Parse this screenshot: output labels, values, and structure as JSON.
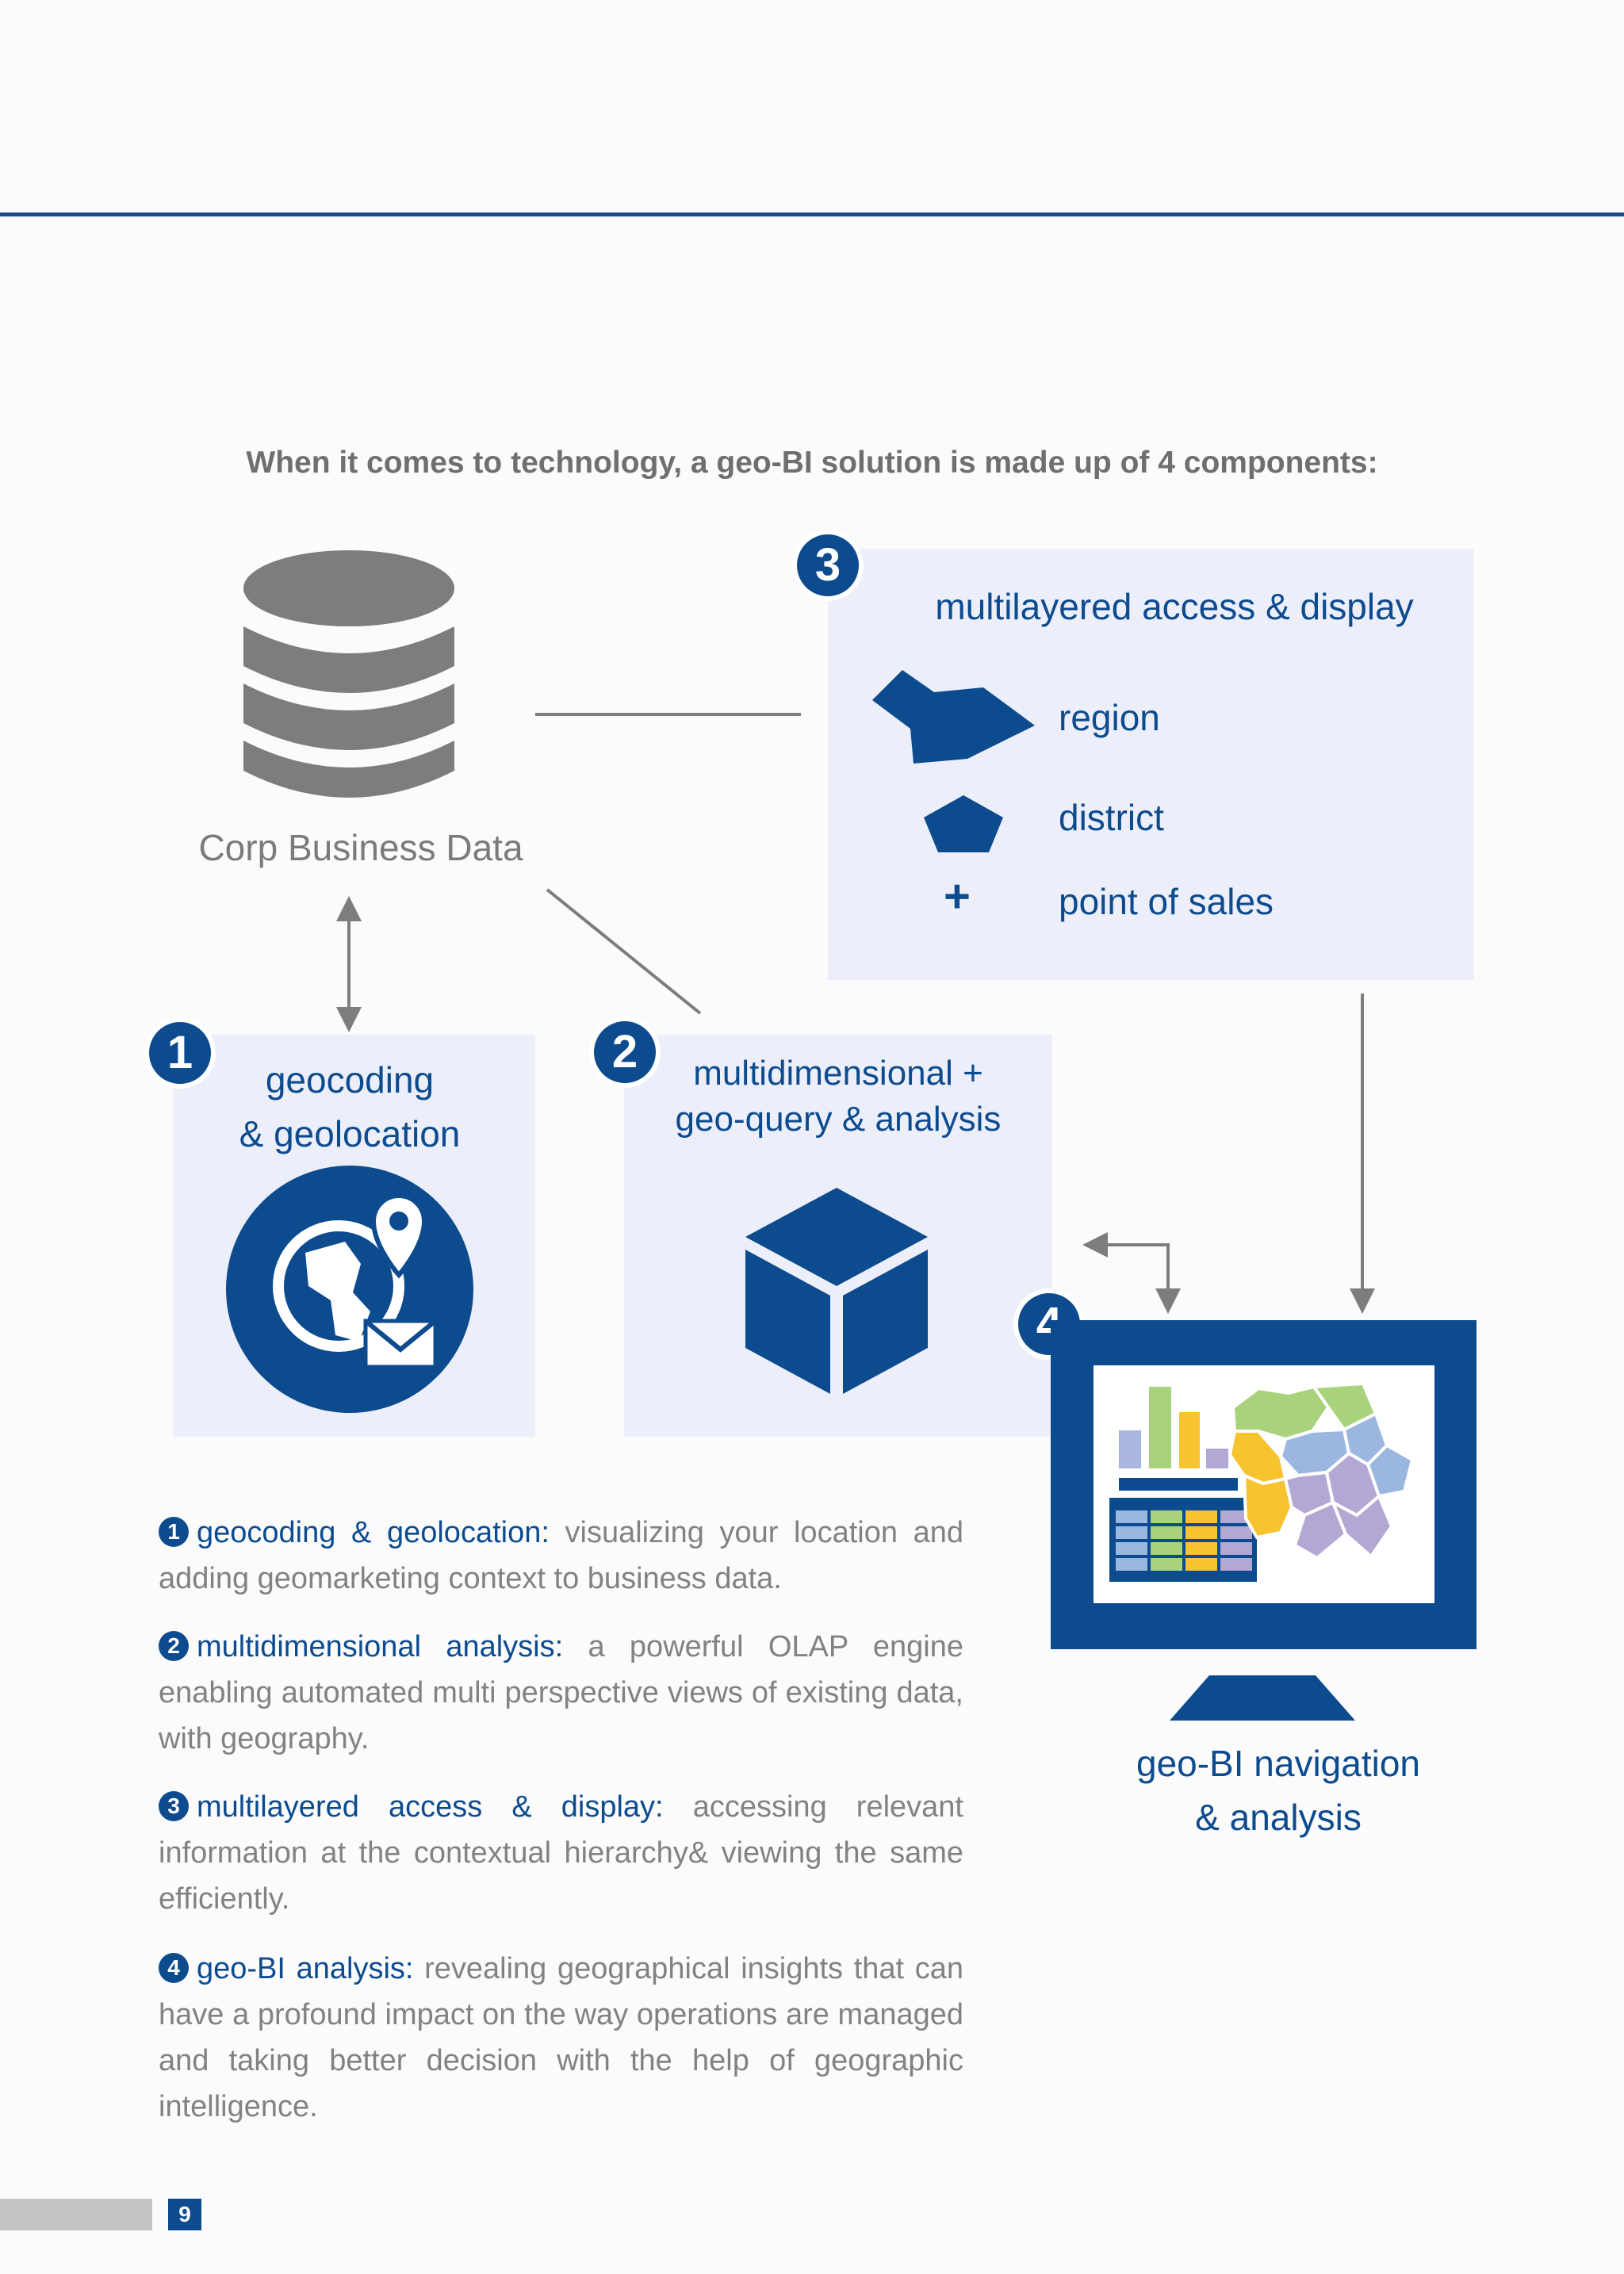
{
  "intro": "When it comes to technology, a geo-BI solution is made up of 4 components:",
  "database": {
    "label": "Corp Business Data",
    "icon": "database-icon"
  },
  "component1": {
    "number": "1",
    "title_line1": "geocoding",
    "title_line2": "& geolocation",
    "icon": "globe-location-mail-icon"
  },
  "component2": {
    "number": "2",
    "title_line1": "multidimensional +",
    "title_line2": "geo-query & analysis",
    "icon": "olap-cube-icon"
  },
  "component3": {
    "number": "3",
    "title": "multilayered access & display",
    "legend": [
      {
        "label": "region",
        "icon": "region-icon"
      },
      {
        "label": "district",
        "icon": "district-pentagon-icon"
      },
      {
        "label": "point of sales",
        "icon": "plus-icon"
      }
    ]
  },
  "component4": {
    "number": "4",
    "title_line1": "geo-BI navigation",
    "title_line2": "& analysis",
    "icon": "monitor-dashboard-icon"
  },
  "descriptions": [
    {
      "number": "1",
      "lead": "geocoding & geolocation:",
      "text": " visualizing your location and adding geomarketing context to business data."
    },
    {
      "number": "2",
      "lead": "multidimensional analysis:",
      "text": " a powerful OLAP engine enabling automated multi perspective views of existing data, with geography."
    },
    {
      "number": "3",
      "lead": "multilayered access & display:",
      "text": " accessing relevant information at the contextual hierarchy& viewing the same efficiently."
    },
    {
      "number": "4",
      "lead": "geo-BI analysis:",
      "text": " revealing geographical insights that can have a profound impact on the way operations are managed and taking better decision with the help of geographic intelligence."
    }
  ],
  "page_number": "9",
  "colors": {
    "brand_blue": "#0d4b8f",
    "panel": "#eceff9",
    "grey_icon": "#7d7d7d",
    "text_grey": "#828282"
  }
}
